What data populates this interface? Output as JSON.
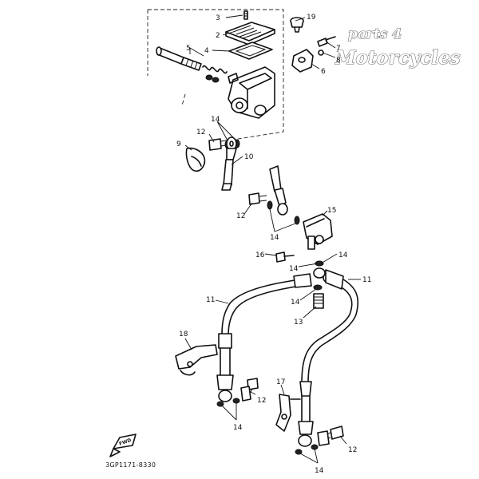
{
  "watermark": {
    "line1": "parts 4",
    "line2": "Motorcycles"
  },
  "diagram_code": "3GP1171-8330",
  "front_marker": "FWD",
  "callouts": {
    "c3": "3",
    "c2": "2",
    "c4": "4",
    "c5": "5",
    "c19": "19",
    "c7": "7",
    "c8": "8",
    "c6": "6",
    "c14a": "14",
    "c12a": "12",
    "c9": "9",
    "c10": "10",
    "c12b": "12",
    "c14b": "14",
    "c15": "15",
    "c16": "16",
    "c14c": "14",
    "c14d": "14",
    "c14e": "14",
    "c13": "13",
    "c11a": "11",
    "c11b": "11",
    "c18": "18",
    "c17": "17",
    "c12c": "12",
    "c14f": "14",
    "c14g": "14",
    "c12d": "12"
  }
}
